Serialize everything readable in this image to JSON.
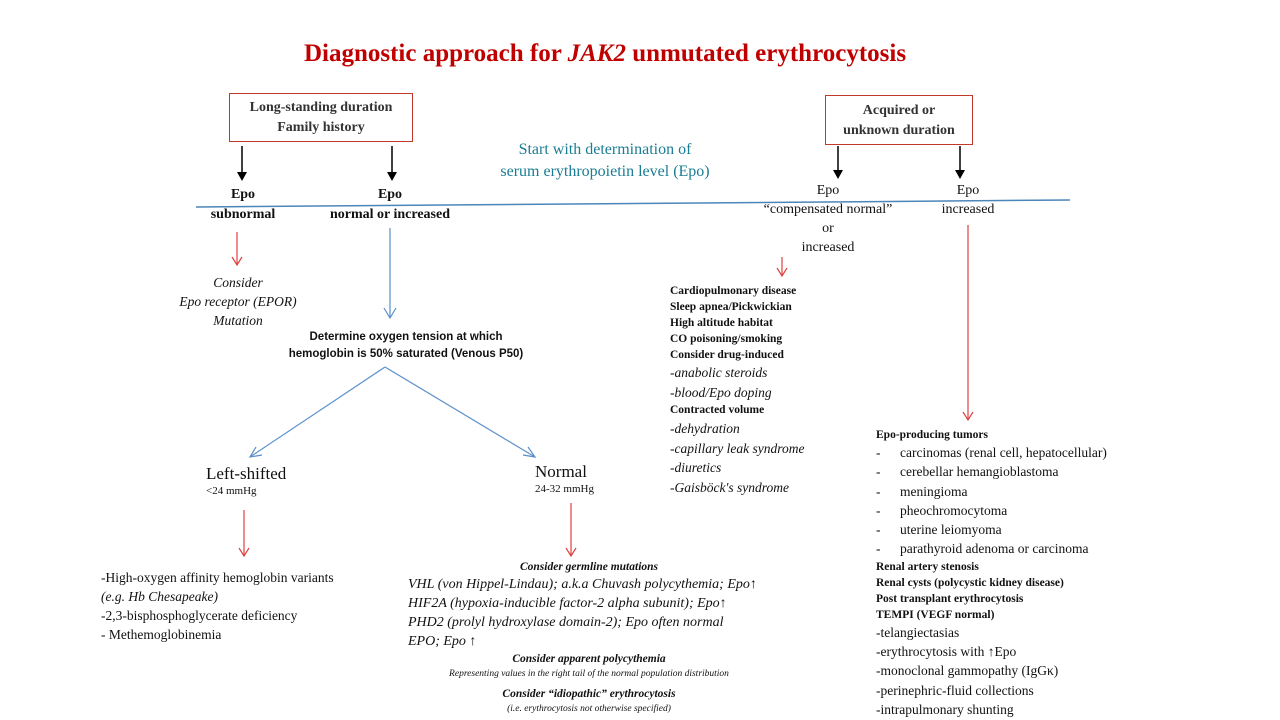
{
  "title": {
    "prefix": "Diagnostic approach for ",
    "gene": "JAK2",
    "suffix": " unmutated erythrocytosis"
  },
  "box_left": {
    "line1": "Long-standing duration",
    "line2": "Family history"
  },
  "box_right": {
    "line1": "Acquired or",
    "line2": "unknown duration"
  },
  "start_text": {
    "line1": "Start with determination of",
    "line2": "serum erythropoietin level (Epo)"
  },
  "epo_subnormal": {
    "line1": "Epo",
    "line2": "subnormal"
  },
  "epo_normal_increased": {
    "line1": "Epo",
    "line2": "normal or increased"
  },
  "epo_compensated": {
    "line1": "Epo",
    "line2": "“compensated normal”",
    "line3": "or",
    "line4": "increased"
  },
  "epo_increased": {
    "line1": "Epo",
    "line2": "increased"
  },
  "consider_epor": {
    "line1": "Consider",
    "line2": "Epo receptor (EPOR)",
    "line3": "Mutation"
  },
  "oxygen_tension": {
    "line1": "Determine oxygen tension at which",
    "line2": "hemoglobin is 50% saturated (Venous P50)"
  },
  "left_shifted": {
    "label": "Left-shifted",
    "range": "<24 mmHg"
  },
  "normal": {
    "label": "Normal",
    "range": "24-32 mmHg"
  },
  "left_shift_causes": [
    "-High-oxygen affinity hemoglobin variants",
    "(e.g. Hb Chesapeake)",
    "-2,3-bisphosphoglycerate deficiency",
    "- Methemoglobinemia"
  ],
  "germline": {
    "header": "Consider germline mutations",
    "items": [
      "VHL (von Hippel-Lindau); a.k.a Chuvash polycythemia; Epo↑",
      "HIF2A (hypoxia-inducible factor-2 alpha subunit); Epo↑",
      "PHD2 (prolyl hydroxylase domain-2); Epo often normal",
      "EPO; Epo ↑"
    ],
    "apparent_header": "Consider apparent polycythemia",
    "apparent_sub": "Representing values in the right tail of the normal population distribution",
    "idiopathic_header": "Consider “idiopathic” erythrocytosis",
    "idiopathic_sub": "(i.e. erythrocytosis not otherwise specified)"
  },
  "secondary_causes": {
    "cardiopulmonary": "Cardiopulmonary disease",
    "sleep_apnea": "Sleep apnea/Pickwickian",
    "altitude": "High altitude habitat",
    "co": "CO poisoning/smoking",
    "drug": "Consider drug-induced",
    "drug_items": [
      "-anabolic steroids",
      "-blood/Epo doping"
    ],
    "contracted": "Contracted volume",
    "contracted_items": [
      "-dehydration",
      "-capillary leak syndrome",
      "-diuretics",
      "-Gaisböck's syndrome"
    ]
  },
  "tumors": {
    "header": "Epo-producing  tumors",
    "dash": "-",
    "items": [
      "carcinomas (renal cell, hepatocellular)",
      "cerebellar hemangioblastoma",
      "meningioma",
      "pheochromocytoma",
      "uterine leiomyoma",
      "parathyroid adenoma or carcinoma"
    ],
    "renal_artery": "Renal artery stenosis",
    "renal_cysts": "Renal cysts (polycystic kidney disease)",
    "post_transplant": "Post transplant erythrocytosis",
    "tempi": "TEMPI (VEGF normal)",
    "tempi_items": [
      "-telangiectasias",
      "-erythrocytosis with ↑Epo",
      "-monoclonal gammopathy (IgGκ)",
      "-perinephric-fluid collections",
      "-intrapulmonary shunting"
    ]
  },
  "colors": {
    "title": "#c00000",
    "box_border": "#c0392b",
    "start_text": "#1a7d94",
    "arrow_red": "#e04040",
    "arrow_blue": "#5b8fc9",
    "divider": "#4a86b8"
  }
}
